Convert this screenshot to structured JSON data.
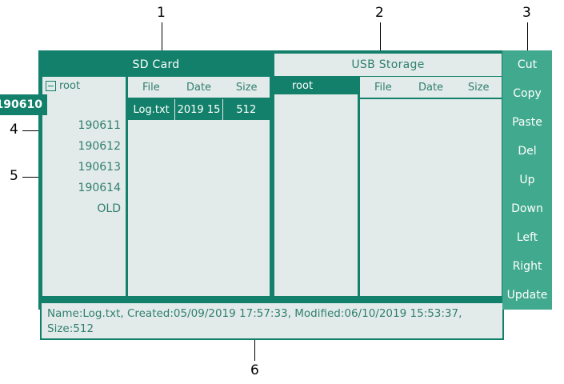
{
  "annotations": [
    {
      "id": "1",
      "label": "1"
    },
    {
      "id": "2",
      "label": "2"
    },
    {
      "id": "3",
      "label": "3"
    },
    {
      "id": "4",
      "label": "4"
    },
    {
      "id": "5",
      "label": "5"
    },
    {
      "id": "6",
      "label": "6"
    }
  ],
  "colors": {
    "dark_teal": "#12806a",
    "light_panel": "#e3ebea",
    "rail_teal": "#41a98d",
    "text_teal": "#2f7f6d",
    "white": "#ffffff"
  },
  "sd_card": {
    "title": "SD Card",
    "selected": true,
    "tree": {
      "root_label": "root",
      "expander_icon": "minus-box-icon",
      "expanded": true,
      "items": [
        {
          "label": "190610",
          "selected": true
        },
        {
          "label": "190611",
          "selected": false
        },
        {
          "label": "190612",
          "selected": false
        },
        {
          "label": "190613",
          "selected": false
        },
        {
          "label": "190614",
          "selected": false
        },
        {
          "label": "OLD",
          "selected": false
        }
      ]
    },
    "file_list": {
      "columns": [
        "File",
        "Date",
        "Size"
      ],
      "rows": [
        {
          "file": "Log.txt",
          "date": "2019 15",
          "size": "512",
          "selected": true
        }
      ]
    }
  },
  "usb_storage": {
    "title": "USB Storage",
    "selected": false,
    "tree": {
      "root_label": "root",
      "items": []
    },
    "file_list": {
      "columns": [
        "File",
        "Date",
        "Size"
      ],
      "rows": []
    }
  },
  "status_bar": {
    "text": "Name:Log.txt, Created:05/09/2019 17:57:33, Modified:06/10/2019 15:53:37, Size:512"
  },
  "rail": {
    "buttons": [
      {
        "label": "Cut"
      },
      {
        "label": "Copy"
      },
      {
        "label": "Paste"
      },
      {
        "label": "Del"
      },
      {
        "label": "Up"
      },
      {
        "label": "Down"
      },
      {
        "label": "Left"
      },
      {
        "label": "Right"
      },
      {
        "label": "Update"
      }
    ]
  }
}
